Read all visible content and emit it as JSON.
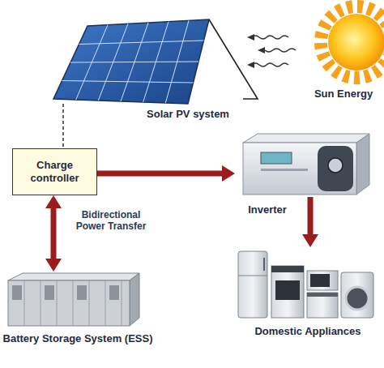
{
  "diagram": {
    "nodes": [
      {
        "text": [
          "Solar PV system"
        ]
      },
      {
        "text": [
          "Sun Energy"
        ]
      },
      {
        "text": [
          "Charge controller"
        ]
      },
      {
        "text": [
          "Inverter"
        ]
      },
      {
        "text": [
          "Battery Storage System (ESS)"
        ]
      },
      {
        "text": [
          "Domestic Appliances"
        ]
      }
    ],
    "edges": [
      {
        "from": 1,
        "to": 0,
        "arrow": "to"
      },
      {
        "from": 0,
        "to": 2,
        "arrow": "none"
      },
      {
        "from": 2,
        "to": 3,
        "arrow": "to"
      },
      {
        "from": 2,
        "to": 4,
        "label": "Bidirectional Power Transfer",
        "arrow": "both"
      },
      {
        "from": 3,
        "to": 5,
        "arrow": "to"
      }
    ]
  }
}
